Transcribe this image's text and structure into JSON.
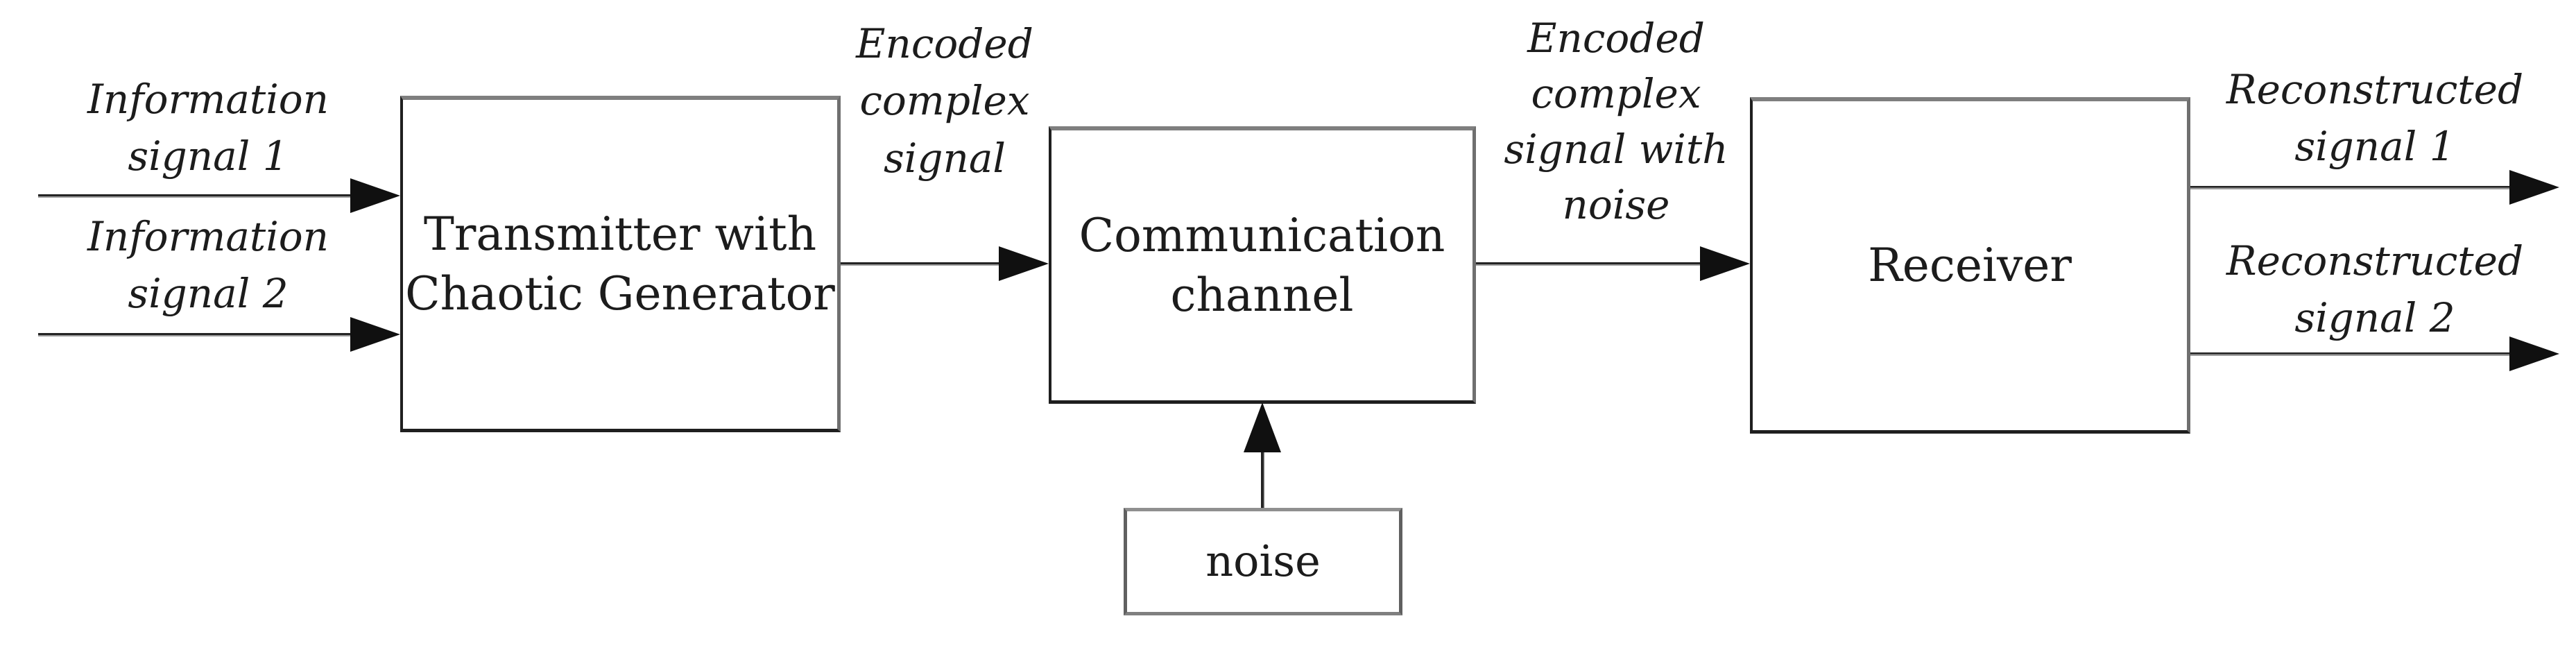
{
  "colors": {
    "ink": "#1c1c1c",
    "line-dark": "#242424",
    "line-gray": "#9d9d9d",
    "edge-top": "#7f7f7f",
    "edge-gray": "#6f6f6f",
    "edge-dark": "#1f1f1f",
    "arrow": "#101010",
    "bg": "#ffffff"
  },
  "blocks": {
    "transmitter": {
      "label": "Transmitter with\nChaotic Generator"
    },
    "channel": {
      "label": "Communication\nchannel"
    },
    "receiver": {
      "label": "Receiver"
    },
    "noise": {
      "label": "noise"
    }
  },
  "labels": {
    "input1": "Information\nsignal 1",
    "input2": "Information\nsignal 2",
    "encoded": "Encoded\ncomplex\nsignal",
    "encoded_with_noise": "Encoded\ncomplex\nsignal with\nnoise",
    "output1": "Reconstructed\nsignal 1",
    "output2": "Reconstructed\nsignal 2"
  }
}
